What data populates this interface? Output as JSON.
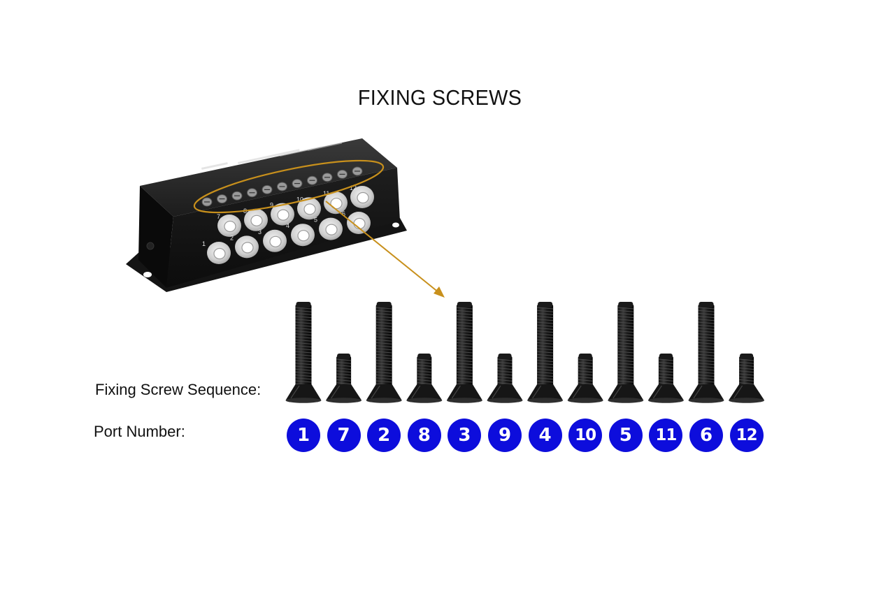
{
  "title": "FIXING SCREWS",
  "labels": {
    "sequence": "Fixing Screw Sequence:",
    "port": "Port Number:"
  },
  "colors": {
    "port_badge": "#0d0ddc",
    "callout": "#c8901c",
    "housing": "#141414",
    "connector": "#d4d4d4"
  },
  "device": {
    "port_labels_top": [
      "7",
      "8",
      "9",
      "10",
      "11",
      "12"
    ],
    "port_labels_bottom": [
      "1",
      "2",
      "3",
      "4",
      "5",
      "6"
    ]
  },
  "screws": [
    {
      "type": "long",
      "port": "1"
    },
    {
      "type": "short",
      "port": "7"
    },
    {
      "type": "long",
      "port": "2"
    },
    {
      "type": "short",
      "port": "8"
    },
    {
      "type": "long",
      "port": "3"
    },
    {
      "type": "short",
      "port": "9"
    },
    {
      "type": "long",
      "port": "4"
    },
    {
      "type": "short",
      "port": "10"
    },
    {
      "type": "long",
      "port": "5"
    },
    {
      "type": "short",
      "port": "11"
    },
    {
      "type": "long",
      "port": "6"
    },
    {
      "type": "short",
      "port": "12"
    }
  ]
}
